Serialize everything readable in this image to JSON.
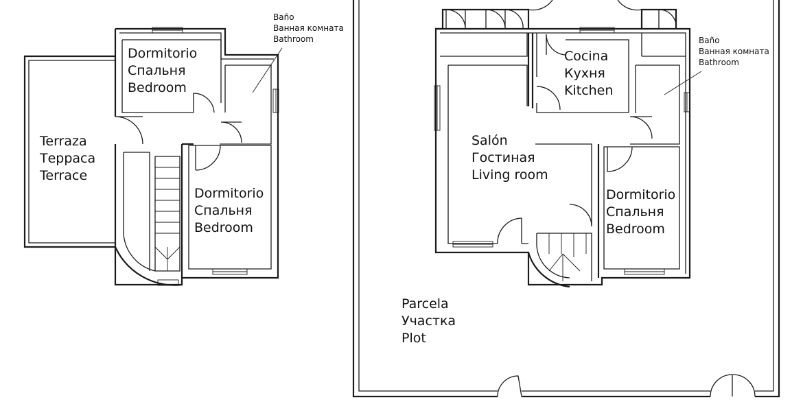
{
  "rooms": {
    "left_bedroom_top": [
      "Dormitorio",
      "Спальня",
      "Bedroom"
    ],
    "left_bathroom": [
      "Baño",
      "Ванная комната",
      "Bathroom"
    ],
    "terrace": [
      "Terraza",
      "Терраса",
      "Terrace"
    ],
    "left_bedroom_bottom": [
      "Dormitorio",
      "Спальня",
      "Bedroom"
    ],
    "kitchen": [
      "Cocina",
      "Кухня",
      "Kitchen"
    ],
    "right_bathroom": [
      "Baño",
      "Ванная комната",
      "Bathroom"
    ],
    "living_room": [
      "Salón",
      "Гостиная",
      "Living room"
    ],
    "right_bedroom": [
      "Dormitorio",
      "Спальня",
      "Bedroom"
    ],
    "plot": [
      "Parcela",
      "Участка",
      "Plot"
    ]
  }
}
